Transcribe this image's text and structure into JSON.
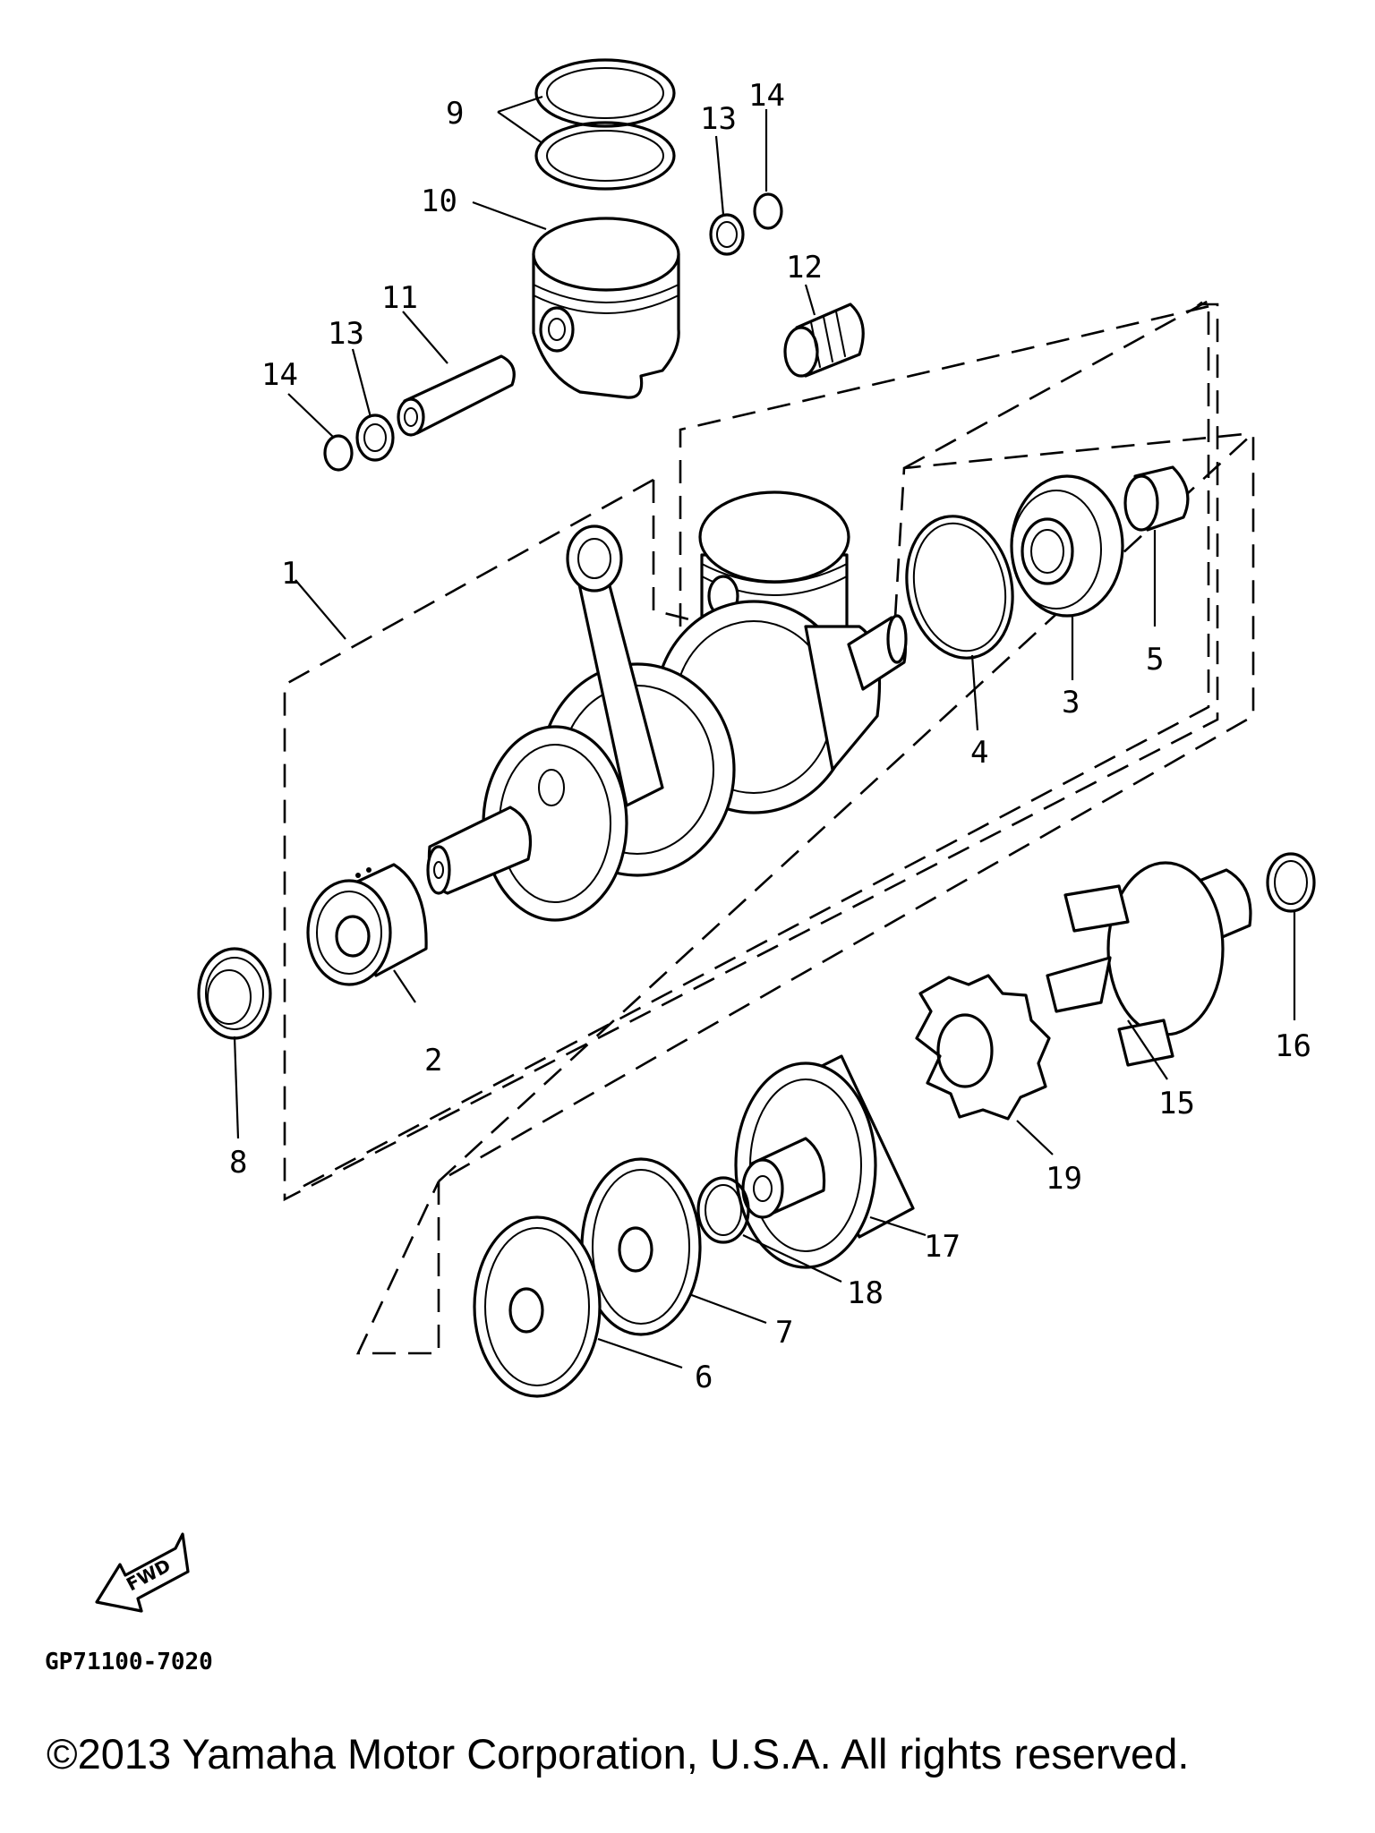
{
  "diagram": {
    "part_callouts": [
      "1",
      "2",
      "3",
      "4",
      "5",
      "6",
      "7",
      "8",
      "9",
      "10",
      "11",
      "12",
      "13",
      "13",
      "14",
      "14",
      "15",
      "16",
      "17",
      "18",
      "19"
    ],
    "direction_label": "FWD",
    "drawing_code": "GP71100-7020",
    "copyright": "©2013 Yamaha Motor Corporation, U.S.A. All rights reserved."
  }
}
